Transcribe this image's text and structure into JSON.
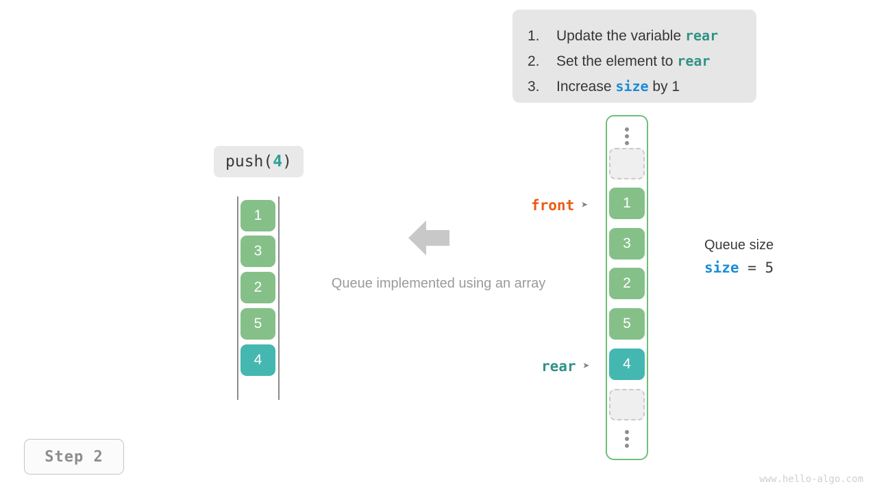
{
  "instructions": {
    "items": [
      {
        "num": "1.",
        "pre": "Update the variable ",
        "keyword": "rear",
        "keyword_style": "teal",
        "post": ""
      },
      {
        "num": "2.",
        "pre": "Set the element to ",
        "keyword": "rear",
        "keyword_style": "teal",
        "post": ""
      },
      {
        "num": "3.",
        "pre": "Increase ",
        "keyword": "size",
        "keyword_style": "blue",
        "post": " by 1"
      }
    ]
  },
  "operation": {
    "name": "push(",
    "argument": "4",
    "close": ")"
  },
  "left_stack": {
    "cells": [
      {
        "value": "1",
        "color": "green"
      },
      {
        "value": "3",
        "color": "green"
      },
      {
        "value": "2",
        "color": "green"
      },
      {
        "value": "5",
        "color": "green"
      },
      {
        "value": "4",
        "color": "teal"
      }
    ]
  },
  "caption": "Queue implemented using an array",
  "queue": {
    "slots": [
      {
        "type": "empty",
        "value": ""
      },
      {
        "type": "filled",
        "value": "1",
        "color": "green"
      },
      {
        "type": "filled",
        "value": "3",
        "color": "green"
      },
      {
        "type": "filled",
        "value": "2",
        "color": "green"
      },
      {
        "type": "filled",
        "value": "5",
        "color": "green"
      },
      {
        "type": "filled",
        "value": "4",
        "color": "teal"
      },
      {
        "type": "empty",
        "value": ""
      }
    ]
  },
  "pointers": {
    "front": {
      "label": "front",
      "arrow": "➤",
      "color": "#ec5a13"
    },
    "rear": {
      "label": "rear",
      "arrow": "➤",
      "color": "#2f9287"
    }
  },
  "size_info": {
    "title": "Queue size",
    "variable": "size",
    "operator": " = ",
    "value": "5"
  },
  "step_badge": "Step 2",
  "watermark": "www.hello-algo.com",
  "colors": {
    "green_cell": "#85c089",
    "teal_cell": "#45b7b1",
    "container_border": "#70bd79",
    "keyword_teal": "#319287",
    "keyword_blue": "#1a8cd8",
    "front_orange": "#ec5a13",
    "arrow_gray": "#c8c8c8"
  }
}
